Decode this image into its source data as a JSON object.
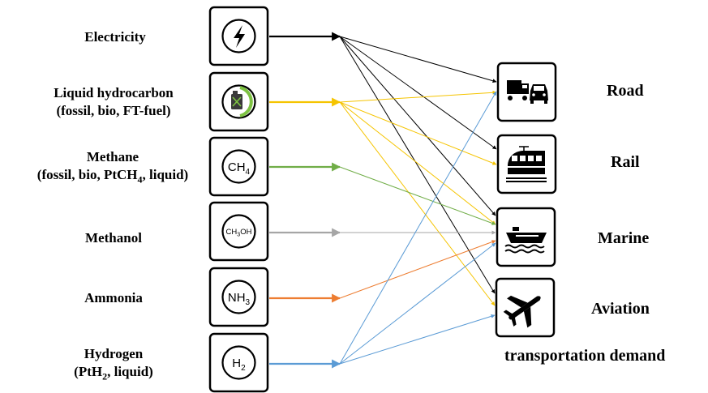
{
  "fuels": [
    {
      "name": "electricity",
      "line1": "Electricity",
      "line2": "",
      "icon": "lightning-bolt-icon",
      "color": "#000000"
    },
    {
      "name": "liquid-hydrocarbon",
      "line1": "Liquid hydrocarbon",
      "line2": "(fossil, bio, FT-fuel)",
      "icon": "fuel-can-icon",
      "color": "#f5c400"
    },
    {
      "name": "methane",
      "line1": "Methane",
      "line2_pre": "(fossil, bio, PtCH",
      "line2_sub": "4",
      "line2_post": ", liquid)",
      "icon": "CH4",
      "color": "#70ad47"
    },
    {
      "name": "methanol",
      "line1": "Methanol",
      "line2": "",
      "icon": "CH3OH",
      "color": "#a6a6a6"
    },
    {
      "name": "ammonia",
      "line1": "Ammonia",
      "line2": "",
      "icon": "NH3",
      "color": "#ed7d31"
    },
    {
      "name": "hydrogen",
      "line1": "Hydrogen",
      "line2_pre": "(PtH",
      "line2_sub": "2",
      "line2_post": ", liquid)",
      "icon": "H2",
      "color": "#5b9bd5"
    }
  ],
  "modes": [
    {
      "name": "road",
      "label": "Road",
      "icon": "road-vehicles-icon"
    },
    {
      "name": "rail",
      "label": "Rail",
      "icon": "train-icon"
    },
    {
      "name": "marine",
      "label": "Marine",
      "icon": "ship-icon"
    },
    {
      "name": "aviation",
      "label": "Aviation",
      "icon": "airplane-icon"
    }
  ],
  "chem_icons": {
    "ch4": {
      "main": "CH",
      "sub": "4"
    },
    "ch3oh": {
      "a": "CH",
      "sub": "3",
      "b": "OH"
    },
    "nh3": {
      "main": "NH",
      "sub": "3"
    },
    "h2": {
      "main": "H",
      "sub": "2"
    }
  },
  "links": {
    "electricity": [
      "road",
      "rail",
      "marine",
      "aviation"
    ],
    "liquid-hydrocarbon": [
      "road",
      "rail",
      "marine",
      "aviation"
    ],
    "methane": [
      "marine"
    ],
    "methanol": [
      "marine"
    ],
    "ammonia": [
      "marine"
    ],
    "hydrogen": [
      "road",
      "marine",
      "aviation"
    ]
  },
  "footer": "transportation demand"
}
